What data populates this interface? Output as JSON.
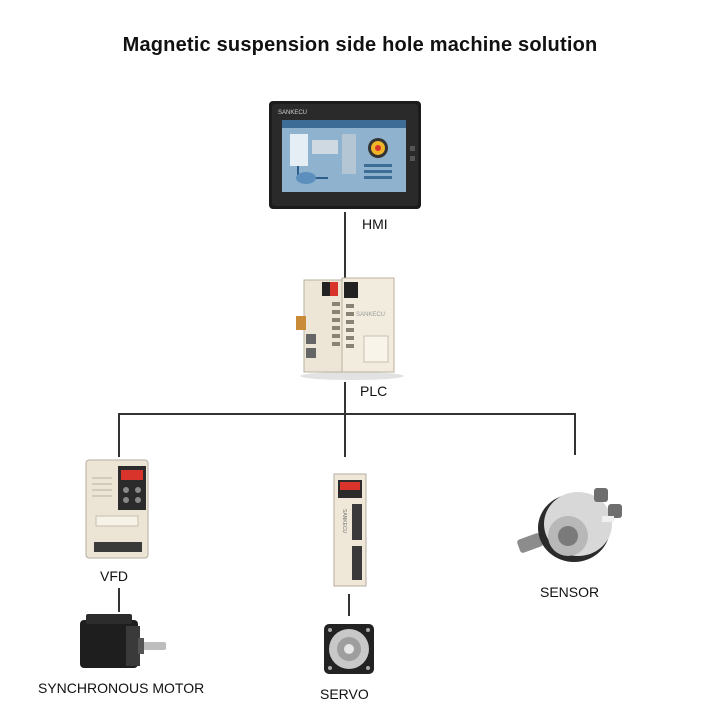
{
  "title": "Magnetic suspension side hole machine solution",
  "hmi": {
    "label": "HMI",
    "brand": "SANKECU"
  },
  "plc": {
    "label": "PLC",
    "brand": "SANKECU"
  },
  "vfd": {
    "label": "VFD"
  },
  "servo_drive": {
    "brand": "SANKECU"
  },
  "sensor": {
    "label": "SENSOR"
  },
  "motor": {
    "label": "SYNCHRONOUS MOTOR"
  },
  "servo_motor": {
    "label": "SERVO"
  },
  "colors": {
    "line": "#333333",
    "device_cream": "#efe9dc",
    "hmi_frame": "#1c1c1c",
    "display_red": "#e0342a"
  }
}
